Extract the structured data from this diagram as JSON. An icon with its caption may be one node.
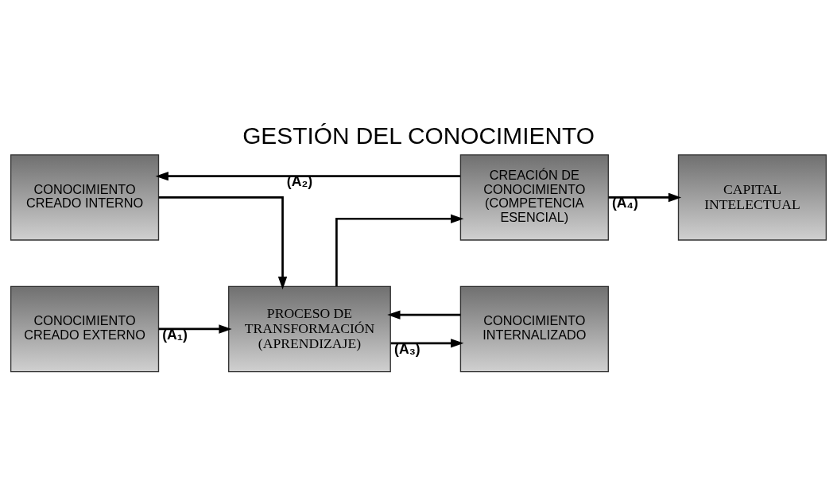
{
  "diagram": {
    "title": "GESTIÓN DEL CONOCIMIENTO",
    "nodes": [
      {
        "text": [
          "CONOCIMIENTO CREADO INTERNO"
        ]
      },
      {
        "text": [
          "CONOCIMIENTO CREADO EXTERNO"
        ]
      },
      {
        "text": [
          "PROCESO DE TRANSFORMACIÓN (APRENDIZAJE)"
        ]
      },
      {
        "text": [
          "CREACIÓN DE CONOCIMIENTO (COMPETENCIA ESENCIAL)"
        ]
      },
      {
        "text": [
          "CAPITAL INTELECTUAL"
        ]
      },
      {
        "text": [
          "CONOCIMIENTO INTERNALIZADO"
        ]
      }
    ],
    "edges": [
      {
        "from": 1,
        "to": 2,
        "arrow": "to",
        "label": "(A₁)"
      },
      {
        "from": 0,
        "to": 2,
        "arrow": "to"
      },
      {
        "from": 5,
        "to": 2,
        "arrow": "to"
      },
      {
        "from": 2,
        "to": 3,
        "arrow": "to"
      },
      {
        "from": 2,
        "to": 5,
        "arrow": "to",
        "label": "(A₃)"
      },
      {
        "from": 3,
        "to": 4,
        "arrow": "to",
        "label": "(A₄)"
      },
      {
        "from": 3,
        "to": 0,
        "arrow": "to",
        "label": "(A₂)"
      }
    ]
  }
}
